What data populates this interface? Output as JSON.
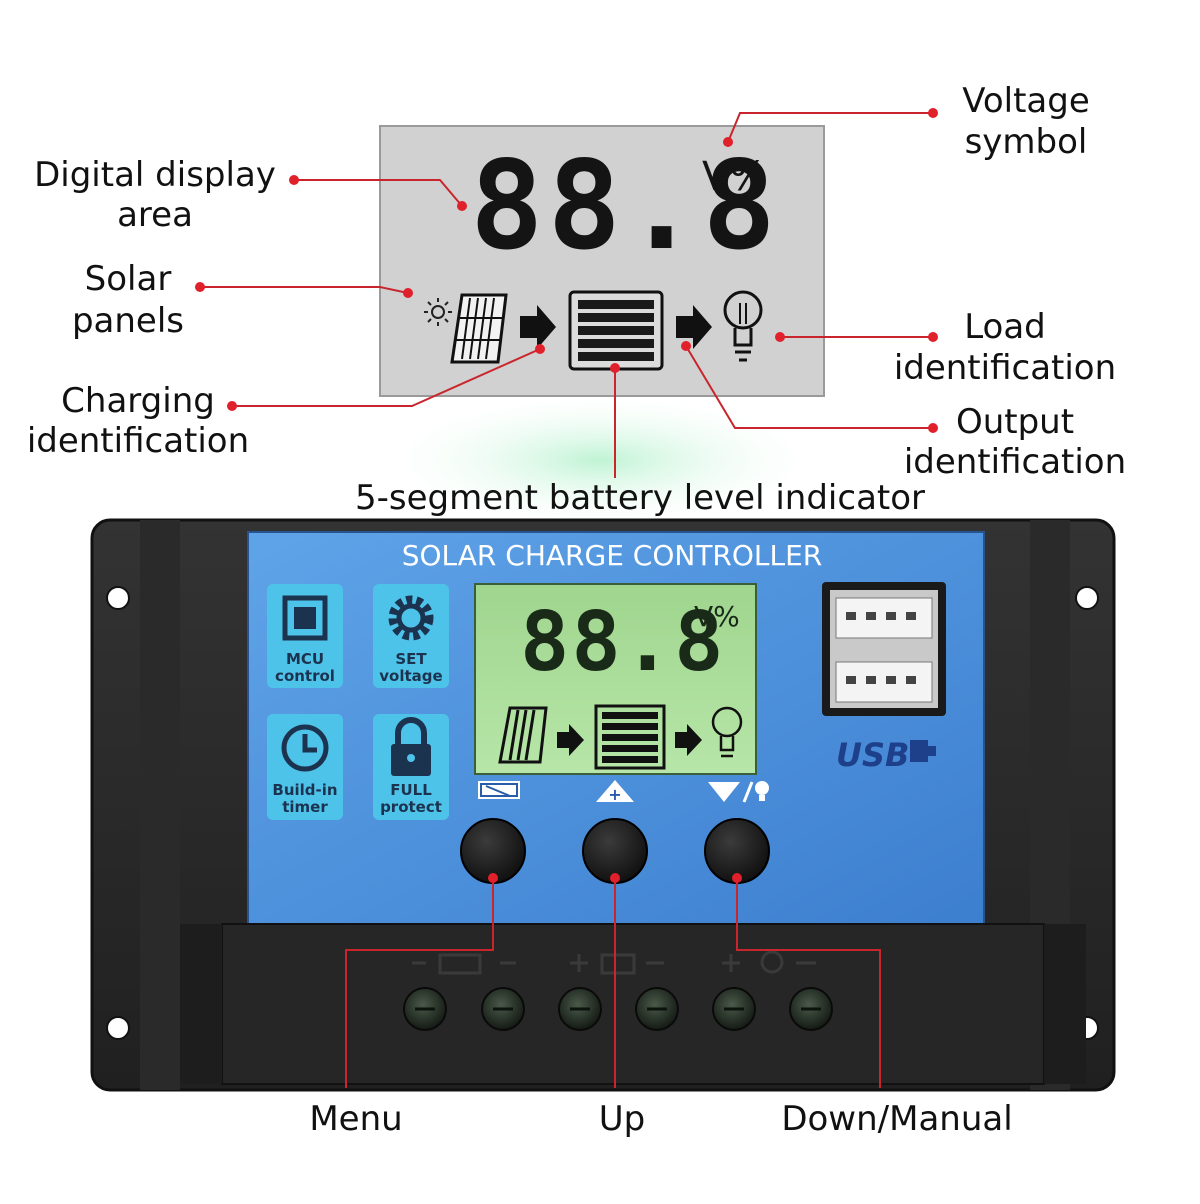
{
  "callouts": {
    "digital_display": [
      "Digital display",
      "area"
    ],
    "solar_panels": [
      "Solar",
      "panels"
    ],
    "charging": [
      "Charging",
      "identification"
    ],
    "battery_indicator": "5-segment battery level indicator",
    "voltage_symbol": [
      "Voltage",
      "symbol"
    ],
    "load": [
      "Load",
      "identification"
    ],
    "output": [
      "Output",
      "identification"
    ],
    "menu": "Menu",
    "up": "Up",
    "down_manual": "Down/Manual"
  },
  "lcd": {
    "digits": "88.8",
    "unit": "V%"
  },
  "controller": {
    "title": "SOLAR CHARGE CONTROLLER",
    "features": [
      {
        "icon": "mcu-chip-icon",
        "lines": [
          "MCU",
          "control"
        ]
      },
      {
        "icon": "gear-icon",
        "lines": [
          "SET",
          "voltage"
        ]
      },
      {
        "icon": "clock-icon",
        "lines": [
          "Build-in",
          "timer"
        ]
      },
      {
        "icon": "padlock-icon",
        "lines": [
          "FULL",
          "protect"
        ]
      }
    ],
    "usb_label": "USB",
    "buttons": [
      "menu-button",
      "up-button",
      "down-manual-button"
    ]
  },
  "colors": {
    "callout_line": "#c8262c",
    "callout_dot": "#e0202a",
    "panel_blue": "#4a8fd8",
    "housing": "#2b2b2b",
    "lcd_top": "#d0d0d0",
    "lcd_green": "#a7dc9a"
  }
}
